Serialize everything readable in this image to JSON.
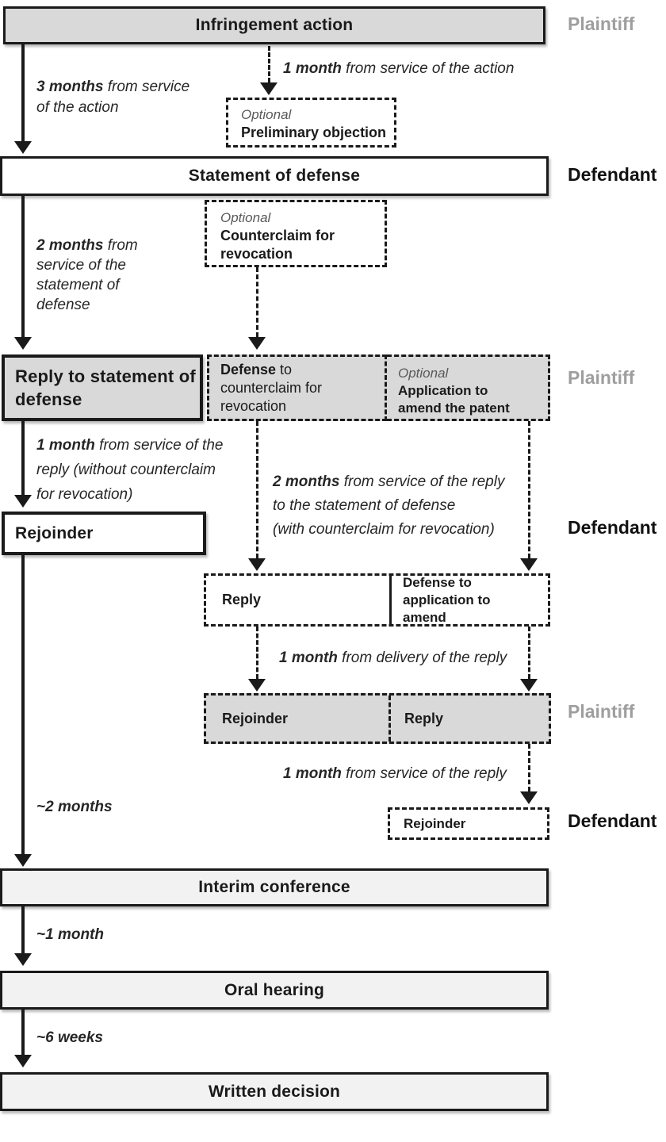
{
  "roles": {
    "plaintiff": "Plaintiff",
    "defendant": "Defendant"
  },
  "stages": {
    "infringement_action": "Infringement action",
    "statement_of_defense": "Statement of defense",
    "reply_to_statement_of_defense": "Reply to statement of defense",
    "rejoinder": "Rejoinder",
    "interim_conference": "Interim conference",
    "oral_hearing": "Oral hearing",
    "written_decision": "Written decision"
  },
  "optional_label": "Optional",
  "side_boxes": {
    "preliminary_objection": "Preliminary objection",
    "counterclaim_for_revocation": "Counterclaim for revocation",
    "defense_bold": "Defense",
    "defense_rest": " to counterclaim for revocation",
    "application_to_amend": "Application to amend the patent",
    "reply": "Reply",
    "defense_to_application": "Defense to application to amend",
    "rejoinder_gray": "Rejoinder",
    "reply_gray": "Reply",
    "rejoinder_final": "Rejoinder"
  },
  "annotations": {
    "three_months": {
      "bold": "3 months",
      "rest": " from service",
      "line2": "of the action"
    },
    "one_month_action": {
      "bold": "1 month",
      "rest": " from service of the action"
    },
    "two_months_defense": {
      "bold": "2 months",
      "rest": " from",
      "line2": "service  of the",
      "line3": "statement of",
      "line4": "defense"
    },
    "one_month_reply_without": {
      "bold": "1 month",
      "rest": " from  service of  the",
      "line2": "reply (without counterclaim",
      "line3": "for revocation)"
    },
    "two_months_reply": {
      "bold": "2 months",
      "rest": " from service of the reply",
      "line2": "to the statement of defense",
      "line3": "(with counterclaim for revocation)"
    },
    "one_month_delivery": {
      "bold": "1 month",
      "rest": " from  delivery of the reply"
    },
    "one_month_service_reply": {
      "bold": "1 month",
      "rest": " from service of the reply"
    },
    "approx_two_months": "~2 months",
    "approx_one_month": "~1 month",
    "approx_six_weeks": "~6 weeks"
  }
}
